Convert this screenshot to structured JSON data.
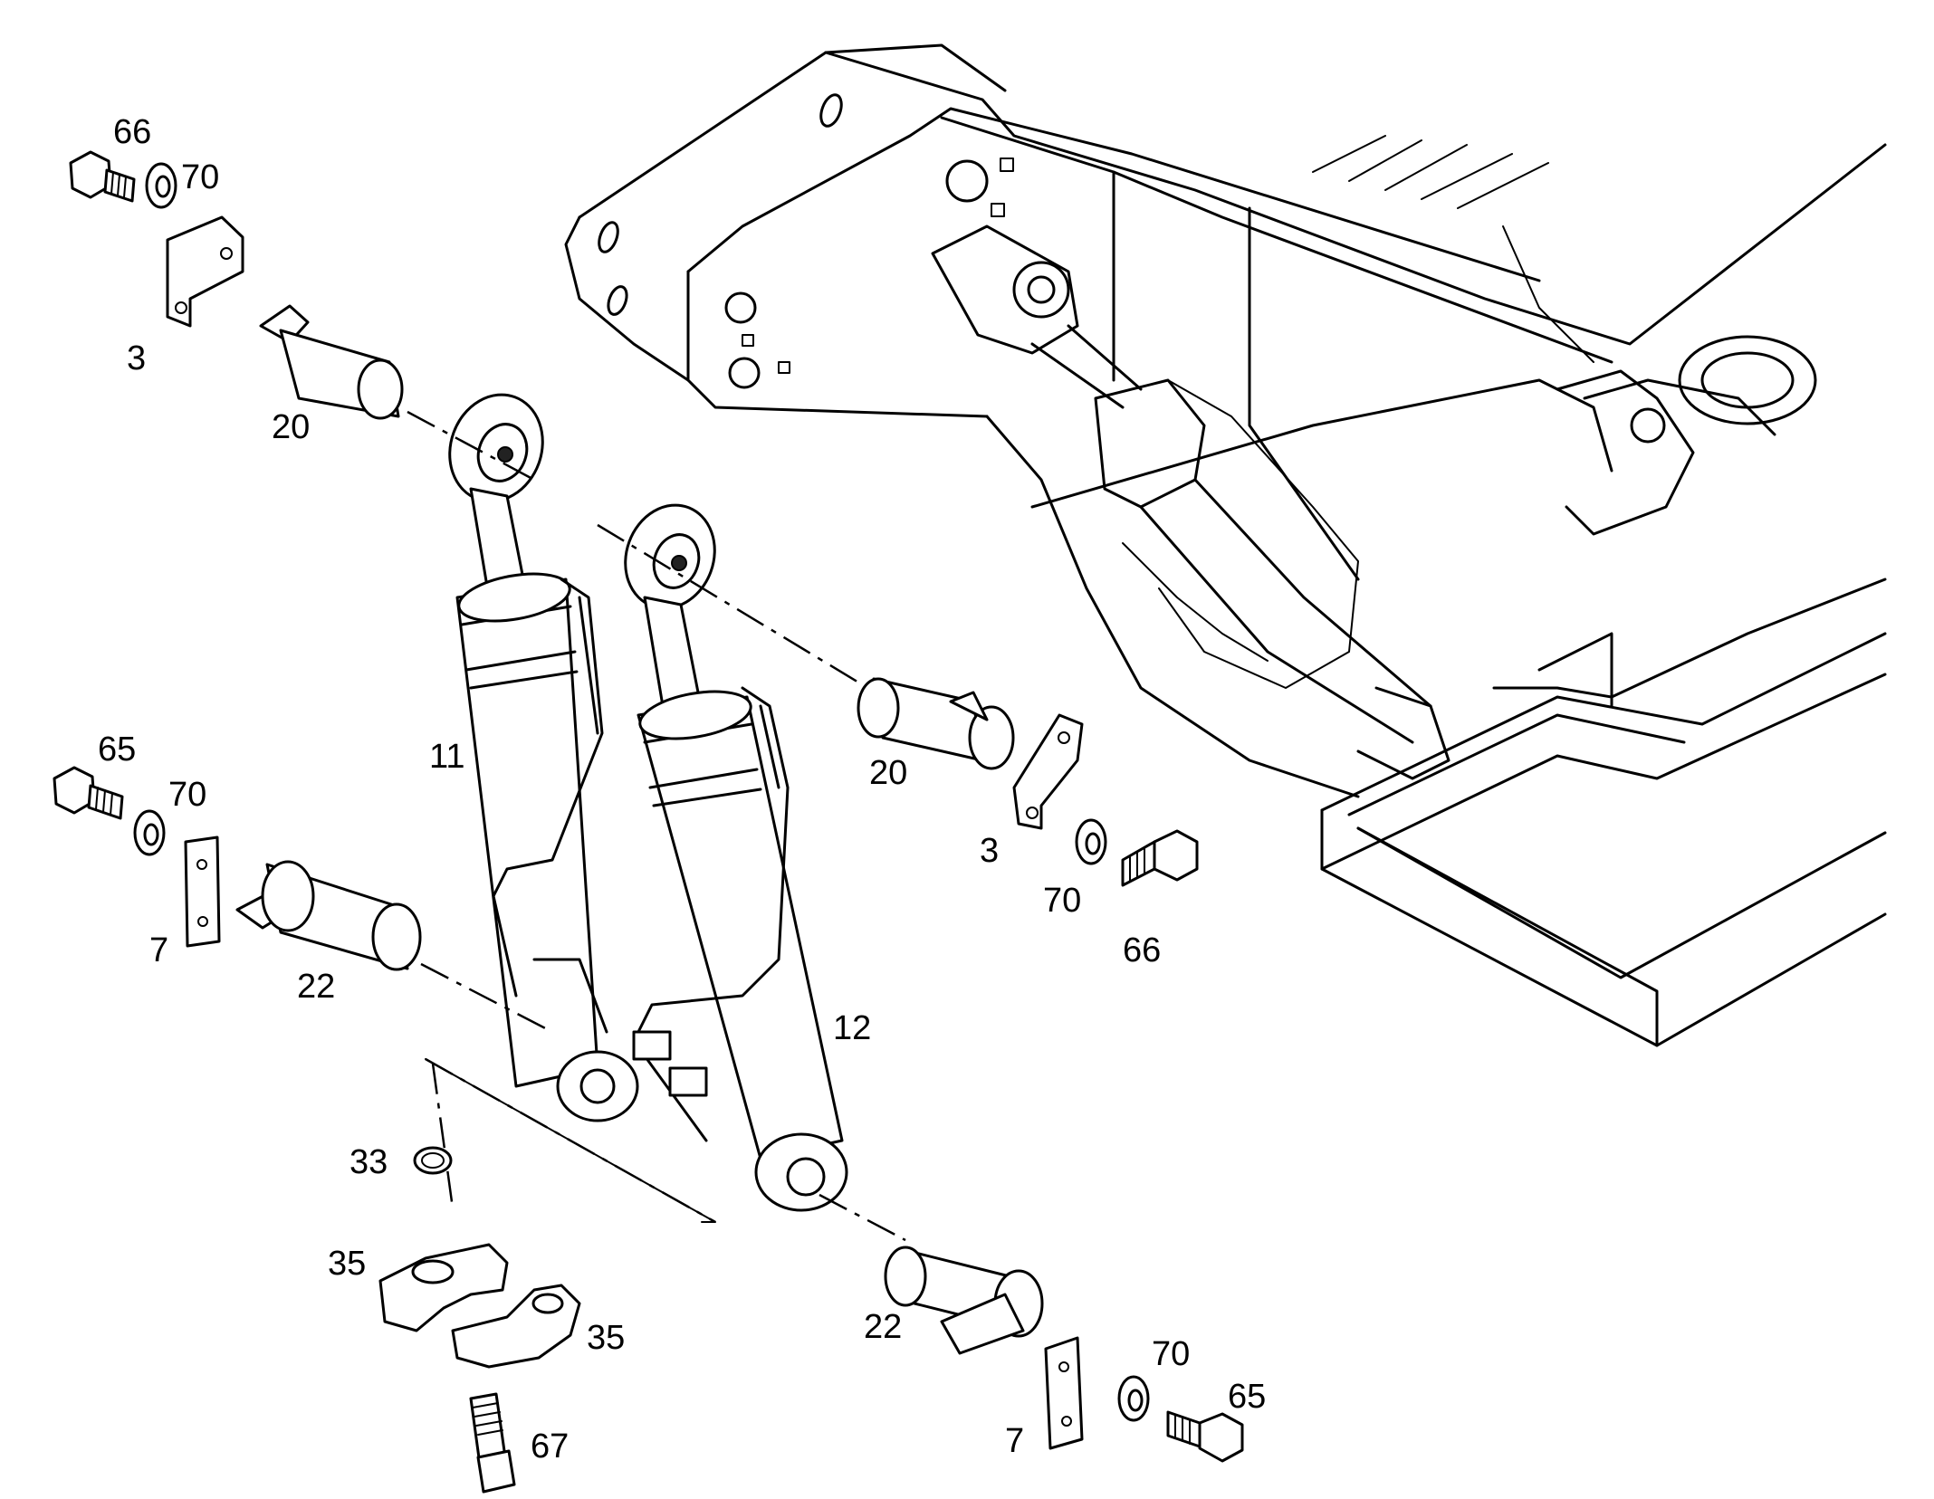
{
  "callouts": {
    "c66a": "66",
    "c70a": "70",
    "c3a": "3",
    "c20a": "20",
    "c65a": "65",
    "c70b": "70",
    "c7a": "7",
    "c22a": "22",
    "c11": "11",
    "c12": "12",
    "c20b": "20",
    "c3b": "3",
    "c70c": "70",
    "c66b": "66",
    "c33": "33",
    "c35a": "35",
    "c35b": "35",
    "c67": "67",
    "c22b": "22",
    "c7b": "7",
    "c70d": "70",
    "c65b": "65"
  },
  "colors": {
    "line": "#000000",
    "background": "#ffffff"
  }
}
